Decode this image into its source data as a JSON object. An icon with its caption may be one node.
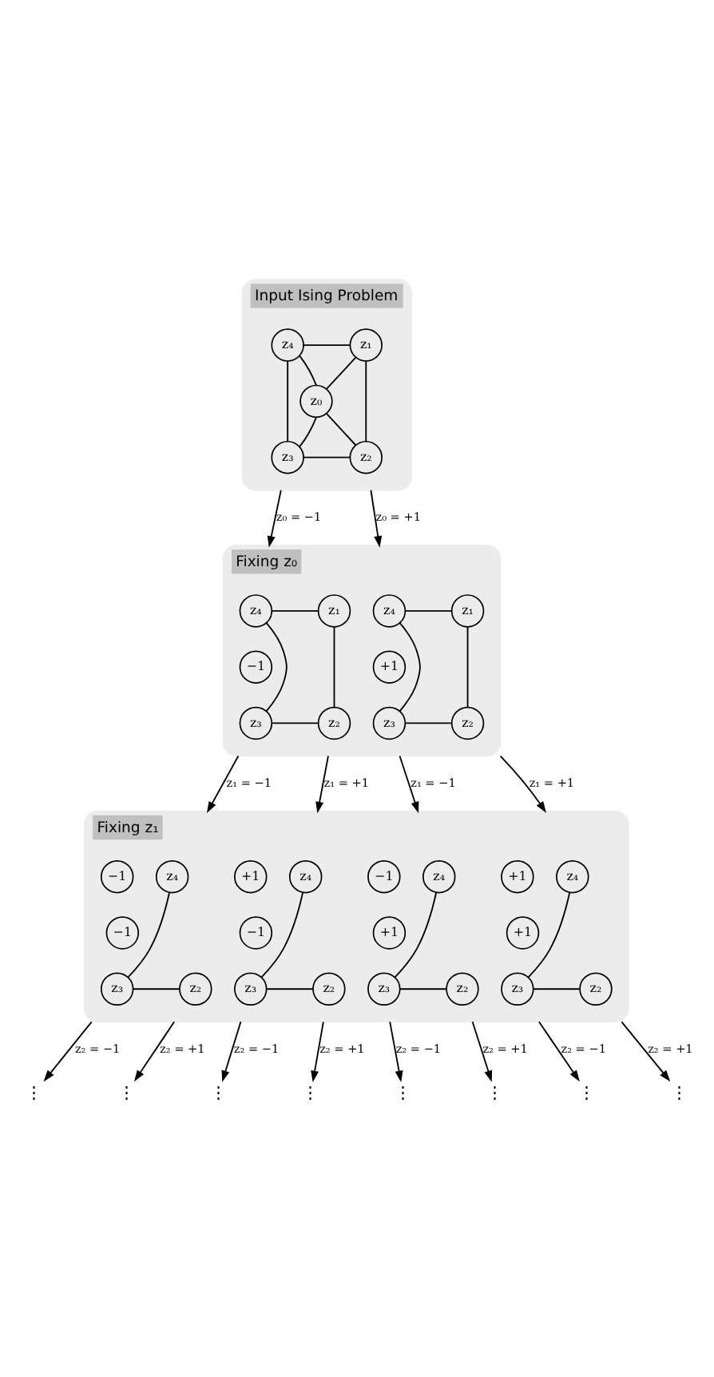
{
  "diagram": {
    "nodes": [
      {
        "text": [
          "Input Ising Problem"
        ]
      },
      {
        "text": [
          "z₄"
        ],
        "in": 0
      },
      {
        "text": [
          "z₁"
        ],
        "in": 0
      },
      {
        "text": [
          "z₀"
        ],
        "in": 0
      },
      {
        "text": [
          "z₃"
        ],
        "in": 0
      },
      {
        "text": [
          "z₂"
        ],
        "in": 0
      },
      {
        "text": [
          "Fixing z₀"
        ]
      },
      {
        "text": [
          "z₄"
        ],
        "in": 6
      },
      {
        "text": [
          "z₁"
        ],
        "in": 6
      },
      {
        "text": [
          "−1"
        ],
        "in": 6
      },
      {
        "text": [
          "z₃"
        ],
        "in": 6
      },
      {
        "text": [
          "z₂"
        ],
        "in": 6
      },
      {
        "text": [
          "z₄"
        ],
        "in": 6
      },
      {
        "text": [
          "z₁"
        ],
        "in": 6
      },
      {
        "text": [
          "+1"
        ],
        "in": 6
      },
      {
        "text": [
          "z₃"
        ],
        "in": 6
      },
      {
        "text": [
          "z₂"
        ],
        "in": 6
      },
      {
        "text": [
          "Fixing z₁"
        ]
      },
      {
        "text": [
          "z₄"
        ],
        "in": 17
      },
      {
        "text": [
          "−1"
        ],
        "in": 17
      },
      {
        "text": [
          "−1"
        ],
        "in": 17
      },
      {
        "text": [
          "z₃"
        ],
        "in": 17
      },
      {
        "text": [
          "z₂"
        ],
        "in": 17
      },
      {
        "text": [
          "z₄"
        ],
        "in": 17
      },
      {
        "text": [
          "+1"
        ],
        "in": 17
      },
      {
        "text": [
          "−1"
        ],
        "in": 17
      },
      {
        "text": [
          "z₃"
        ],
        "in": 17
      },
      {
        "text": [
          "z₂"
        ],
        "in": 17
      },
      {
        "text": [
          "z₄"
        ],
        "in": 17
      },
      {
        "text": [
          "−1"
        ],
        "in": 17
      },
      {
        "text": [
          "+1"
        ],
        "in": 17
      },
      {
        "text": [
          "z₃"
        ],
        "in": 17
      },
      {
        "text": [
          "z₂"
        ],
        "in": 17
      },
      {
        "text": [
          "z₄"
        ],
        "in": 17
      },
      {
        "text": [
          "+1"
        ],
        "in": 17
      },
      {
        "text": [
          "+1"
        ],
        "in": 17
      },
      {
        "text": [
          "z₃"
        ],
        "in": 17
      },
      {
        "text": [
          "z₂"
        ],
        "in": 17
      },
      {
        "text": [
          "⋮"
        ]
      },
      {
        "text": [
          "⋮"
        ]
      },
      {
        "text": [
          "⋮"
        ]
      },
      {
        "text": [
          "⋮"
        ]
      },
      {
        "text": [
          "⋮"
        ]
      },
      {
        "text": [
          "⋮"
        ]
      },
      {
        "text": [
          "⋮"
        ]
      },
      {
        "text": [
          "⋮"
        ]
      }
    ],
    "edges": [
      {
        "from": 1,
        "to": 2,
        "arrow": "none"
      },
      {
        "from": 1,
        "to": 3,
        "arrow": "none"
      },
      {
        "from": 2,
        "to": 3,
        "arrow": "none"
      },
      {
        "from": 1,
        "to": 4,
        "arrow": "none"
      },
      {
        "from": 2,
        "to": 5,
        "arrow": "none"
      },
      {
        "from": 3,
        "to": 4,
        "arrow": "none"
      },
      {
        "from": 3,
        "to": 5,
        "arrow": "none"
      },
      {
        "from": 4,
        "to": 5,
        "arrow": "none"
      },
      {
        "from": 0,
        "to": 6,
        "arrow": "to",
        "label": "z₀ = −1"
      },
      {
        "from": 0,
        "to": 6,
        "arrow": "to",
        "label": "z₀ = +1"
      },
      {
        "from": 7,
        "to": 8,
        "arrow": "none"
      },
      {
        "from": 7,
        "to": 10,
        "arrow": "none"
      },
      {
        "from": 8,
        "to": 11,
        "arrow": "none"
      },
      {
        "from": 10,
        "to": 11,
        "arrow": "none"
      },
      {
        "from": 12,
        "to": 13,
        "arrow": "none"
      },
      {
        "from": 12,
        "to": 15,
        "arrow": "none"
      },
      {
        "from": 13,
        "to": 16,
        "arrow": "none"
      },
      {
        "from": 15,
        "to": 16,
        "arrow": "none"
      },
      {
        "from": 6,
        "to": 17,
        "arrow": "to",
        "label": "z₁ = −1"
      },
      {
        "from": 6,
        "to": 17,
        "arrow": "to",
        "label": "z₁ = +1"
      },
      {
        "from": 6,
        "to": 17,
        "arrow": "to",
        "label": "z₁ = −1"
      },
      {
        "from": 6,
        "to": 17,
        "arrow": "to",
        "label": "z₁ = +1"
      },
      {
        "from": 18,
        "to": 21,
        "arrow": "none"
      },
      {
        "from": 21,
        "to": 22,
        "arrow": "none"
      },
      {
        "from": 23,
        "to": 26,
        "arrow": "none"
      },
      {
        "from": 26,
        "to": 27,
        "arrow": "none"
      },
      {
        "from": 28,
        "to": 31,
        "arrow": "none"
      },
      {
        "from": 31,
        "to": 32,
        "arrow": "none"
      },
      {
        "from": 33,
        "to": 36,
        "arrow": "none"
      },
      {
        "from": 36,
        "to": 37,
        "arrow": "none"
      },
      {
        "from": 17,
        "to": 38,
        "arrow": "to",
        "label": "z₂ = −1"
      },
      {
        "from": 17,
        "to": 39,
        "arrow": "to",
        "label": "z₂ = +1"
      },
      {
        "from": 17,
        "to": 40,
        "arrow": "to",
        "label": "z₂ = −1"
      },
      {
        "from": 17,
        "to": 41,
        "arrow": "to",
        "label": "z₂ = +1"
      },
      {
        "from": 17,
        "to": 42,
        "arrow": "to",
        "label": "z₂ = −1"
      },
      {
        "from": 17,
        "to": 43,
        "arrow": "to",
        "label": "z₂ = +1"
      },
      {
        "from": 17,
        "to": 44,
        "arrow": "to",
        "label": "z₂ = −1"
      },
      {
        "from": 17,
        "to": 45,
        "arrow": "to",
        "label": "z₂ = +1"
      }
    ]
  }
}
